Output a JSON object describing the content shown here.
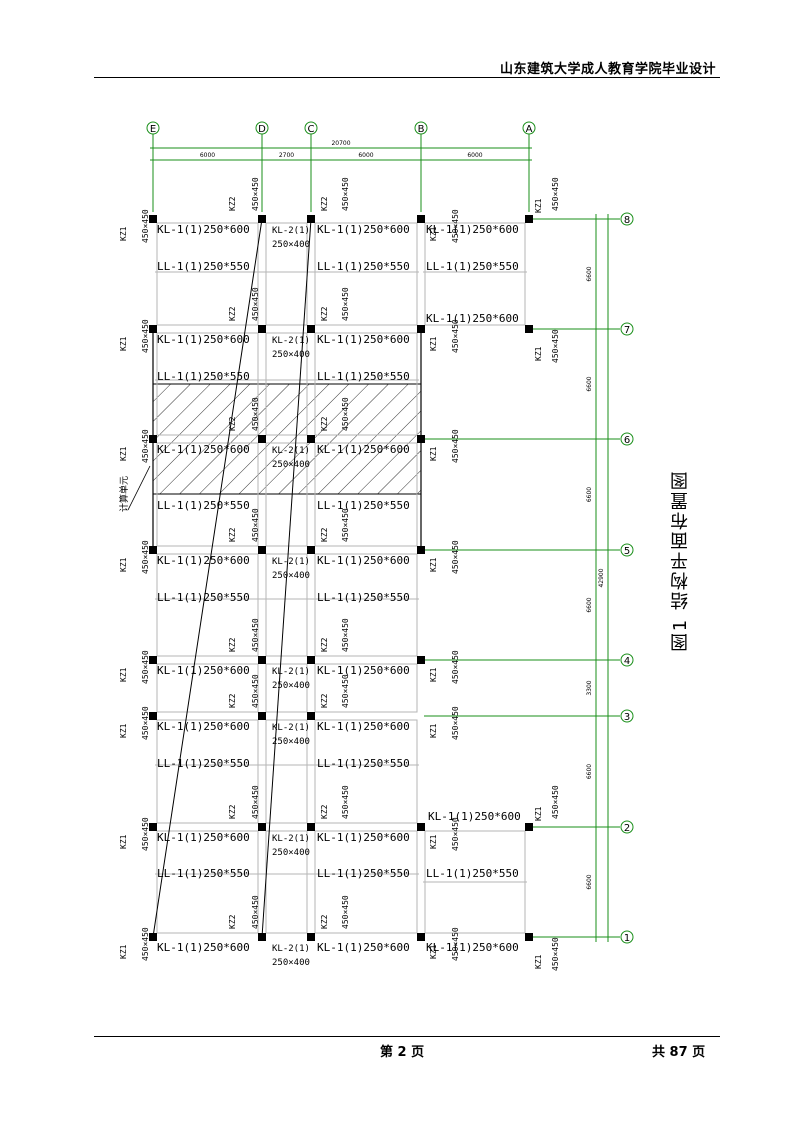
{
  "header": {
    "title": "山东建筑大学成人教育学院毕业设计"
  },
  "footer": {
    "page": "第 2 页",
    "total": "共 87 页"
  },
  "figure": {
    "caption": "图1 结构平面布置图",
    "annotation": "计算单元",
    "overall_dim": "20700",
    "column_axes": [
      {
        "label": "E",
        "spacing_after": "6000"
      },
      {
        "label": "D",
        "spacing_after": "2700"
      },
      {
        "label": "C",
        "spacing_after": "6000"
      },
      {
        "label": "B",
        "spacing_after": "6000"
      },
      {
        "label": "A",
        "spacing_after": ""
      }
    ],
    "row_axes": [
      {
        "label": "8",
        "spacing_below": "6600"
      },
      {
        "label": "7",
        "spacing_below": "6600"
      },
      {
        "label": "6",
        "spacing_below": "6600"
      },
      {
        "label": "5",
        "spacing_below": "6600"
      },
      {
        "label": "4",
        "spacing_below": "3300"
      },
      {
        "label": "3",
        "spacing_below": "6600"
      },
      {
        "label": "2",
        "spacing_below": "6600"
      },
      {
        "label": "1",
        "spacing_below": ""
      }
    ],
    "total_length": "42900",
    "beam_labels": {
      "kl1": "KL-1(1)250*600",
      "ll1": "LL-1(1)250*550",
      "kl2_top": "KL-2(1)",
      "kl2_bottom": "250×400"
    },
    "column_labels": {
      "kz1": "KZ1",
      "kz2": "KZ2",
      "size": "450×450"
    }
  }
}
